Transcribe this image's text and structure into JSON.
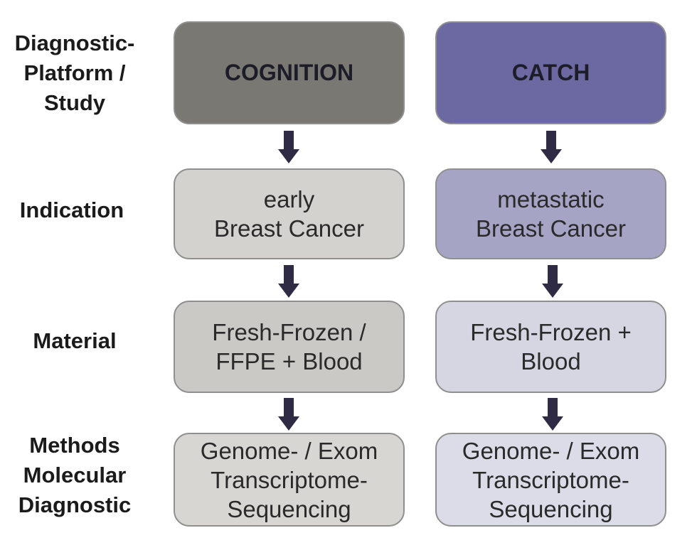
{
  "colors": {
    "cognition_header": "#7a7872",
    "catch_header": "#6c68a2",
    "left_indication": "#d4d2cf",
    "left_material": "#cbc9c5",
    "left_methods": "#d8d6d3",
    "right_indication": "#a5a4c4",
    "right_material": "#d6d6e3",
    "right_methods": "#dcdce8",
    "arrow": "#2f2b45"
  },
  "row_labels": {
    "platform": [
      "Diagnostic-",
      "Platform /",
      "Study"
    ],
    "indication": [
      "Indication"
    ],
    "material": [
      "Material"
    ],
    "methods": [
      "Methods",
      "Molecular",
      "Diagnostic"
    ]
  },
  "columns": {
    "left": {
      "header": "COGNITION",
      "indication": [
        "early",
        "Breast Cancer"
      ],
      "material": [
        "Fresh-Frozen /",
        "FFPE + Blood"
      ],
      "methods": [
        "Genome- / Exom",
        "Transcriptome-",
        "Sequencing"
      ]
    },
    "right": {
      "header": "CATCH",
      "indication": [
        "metastatic",
        "Breast Cancer"
      ],
      "material": [
        "Fresh-Frozen +",
        "Blood"
      ],
      "methods": [
        "Genome- / Exom",
        "Transcriptome-",
        "Sequencing"
      ]
    }
  },
  "arrow_icon": "down-arrow-icon"
}
